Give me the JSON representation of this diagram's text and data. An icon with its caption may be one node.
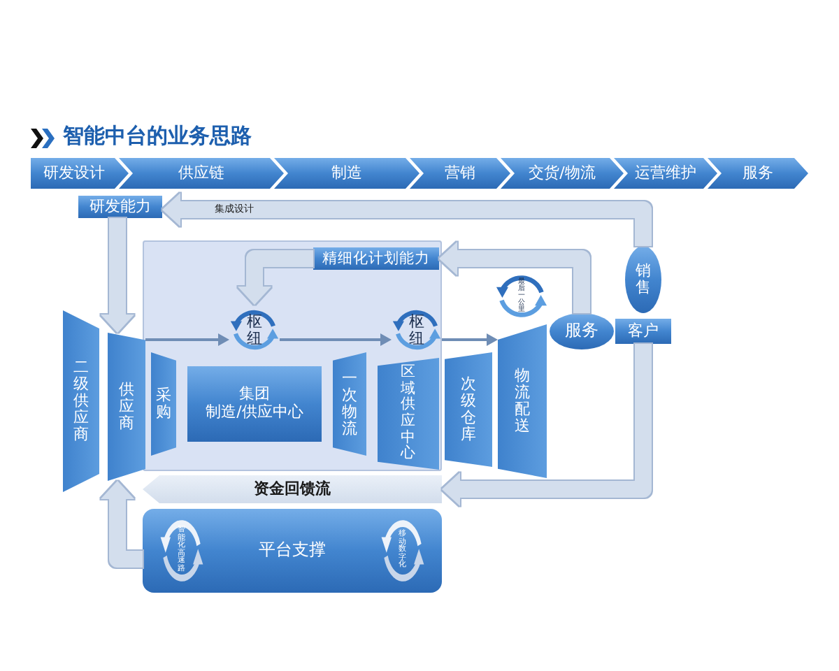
{
  "diagram": {
    "title": "智能中台的业务思路",
    "nodes": [
      {
        "text": [
          "研发设计"
        ]
      },
      {
        "text": [
          "供应链"
        ]
      },
      {
        "text": [
          "制造"
        ]
      },
      {
        "text": [
          "营销"
        ]
      },
      {
        "text": [
          "交货/物流"
        ]
      },
      {
        "text": [
          "运营维护"
        ]
      },
      {
        "text": [
          "服务"
        ]
      },
      {
        "text": [
          "研发能力"
        ]
      },
      {
        "text": [
          "销售"
        ]
      },
      {
        "text": [],
        "shape": "box"
      },
      {
        "text": [
          "精细化计划能力"
        ],
        "in": 9
      },
      {
        "text": [
          "枢纽"
        ],
        "in": 9
      },
      {
        "text": [
          "枢纽"
        ],
        "in": 9
      },
      {
        "text": [
          "最后一公里"
        ]
      },
      {
        "text": [
          "服务"
        ]
      },
      {
        "text": [
          "客户"
        ]
      },
      {
        "text": [
          "二级供应商"
        ]
      },
      {
        "text": [
          "供应商"
        ]
      },
      {
        "text": [
          "采购"
        ],
        "in": 9
      },
      {
        "text": [
          "集团",
          "制造/供应中心"
        ],
        "in": 9
      },
      {
        "text": [
          "一次物流"
        ],
        "in": 9
      },
      {
        "text": [
          "区域供应中心"
        ],
        "in": 9
      },
      {
        "text": [
          "次级仓库"
        ]
      },
      {
        "text": [
          "物流配送"
        ]
      },
      {
        "text": [
          "资金回馈流"
        ]
      },
      {
        "text": [
          "平台支撑"
        ]
      },
      {
        "text": [
          "智能化高速路"
        ],
        "in": 25
      },
      {
        "text": [
          "移动数字化"
        ],
        "in": 25
      }
    ],
    "edges": [
      {
        "from": 17,
        "to": 11,
        "arrow": "to",
        "color": "#6f8db5"
      },
      {
        "from": 11,
        "to": 12,
        "arrow": "to",
        "color": "#6f8db5"
      },
      {
        "from": 12,
        "to": 23,
        "arrow": "to",
        "color": "#6f8db5"
      },
      {
        "from": 7,
        "to": 17,
        "arrow": "to"
      },
      {
        "from": 8,
        "to": 7,
        "arrow": "to",
        "label": "集成设计"
      },
      {
        "from": 14,
        "to": 10,
        "arrow": "to"
      },
      {
        "from": 10,
        "to": 11,
        "arrow": "to"
      },
      {
        "from": 15,
        "to": 24,
        "arrow": "to"
      },
      {
        "from": 25,
        "to": 17,
        "arrow": "to"
      }
    ]
  }
}
